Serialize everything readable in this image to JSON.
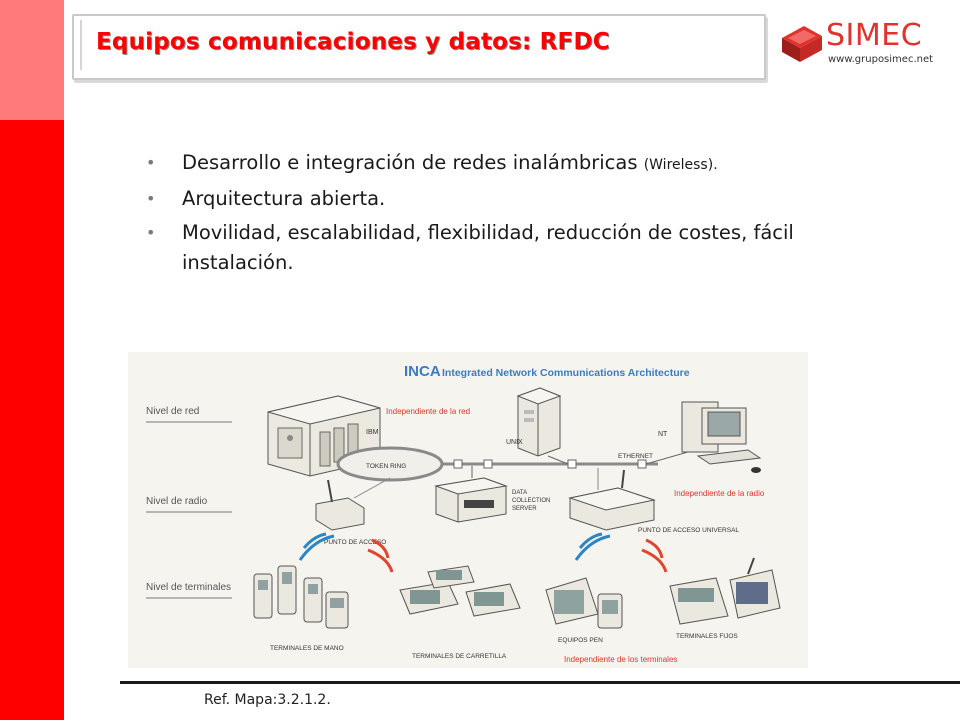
{
  "slide": {
    "title": "Equipos comunicaciones y datos: RFDC",
    "logo": {
      "name": "SIMEC",
      "url": "www.gruposimec.net"
    },
    "bullets": [
      {
        "text": "Desarrollo e integración de redes inalámbricas ",
        "note": "(Wireless)."
      },
      {
        "text": "Arquitectura abierta.",
        "note": ""
      },
      {
        "text": "Movilidad, escalabilidad, flexibilidad, reducción de costes, fácil instalación.",
        "note": ""
      }
    ],
    "footer": "Ref. Mapa:3.2.1.2."
  },
  "diagram": {
    "heading_bold": "INCA",
    "heading_rest": "Integrated Network Communications Architecture",
    "levels": [
      "Nivel de red",
      "Nivel de radio",
      "Nivel de terminales"
    ],
    "labels": {
      "ibm": "IBM",
      "unix": "UNIX",
      "nt": "NT",
      "token_ring": "TOKEN RING",
      "ethernet": "ETHERNET",
      "data_collection_1": "DATA",
      "data_collection_2": "COLLECTION",
      "data_collection_3": "SERVER",
      "punto_acceso": "PUNTO DE ACCESO",
      "punto_acceso_universal": "PUNTO DE ACCESO UNIVERSAL",
      "terminales_mano": "TERMINALES DE MANO",
      "terminales_carretilla": "TERMINALES DE CARRETILLA",
      "equipos_pen": "EQUIPOS PEN",
      "terminales_fijos": "TERMINALES FIJOS"
    },
    "notes": {
      "red": "Independiente de la red",
      "radio": "Independiente de la radio",
      "terminales": "Independiente de los terminales"
    },
    "colors": {
      "red_note": "#e4332b",
      "heading_blue": "#3b7bbf",
      "wave_blue": "#2e86c1",
      "wave_red": "#e2452f"
    }
  }
}
